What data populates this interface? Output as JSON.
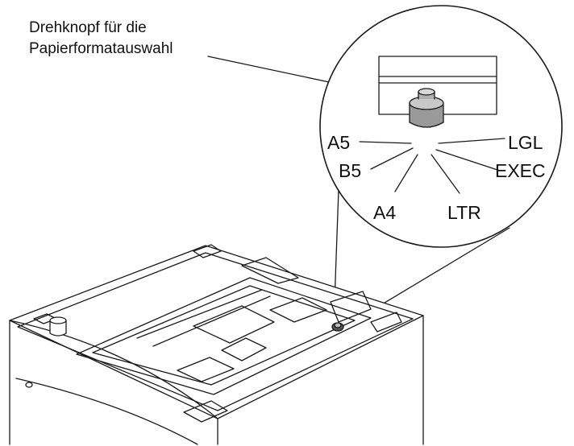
{
  "callout": {
    "line1": "Drehknopf für die",
    "line2": "Papierformatauswahl"
  },
  "dial_labels": {
    "a5": "A5",
    "b5": "B5",
    "a4": "A4",
    "ltr": "LTR",
    "exec": "EXEC",
    "lgl": "LGL"
  },
  "colors": {
    "line": "#1a1a1a",
    "knob": "#9a9a9a",
    "knob_top": "#c8c8c8"
  }
}
